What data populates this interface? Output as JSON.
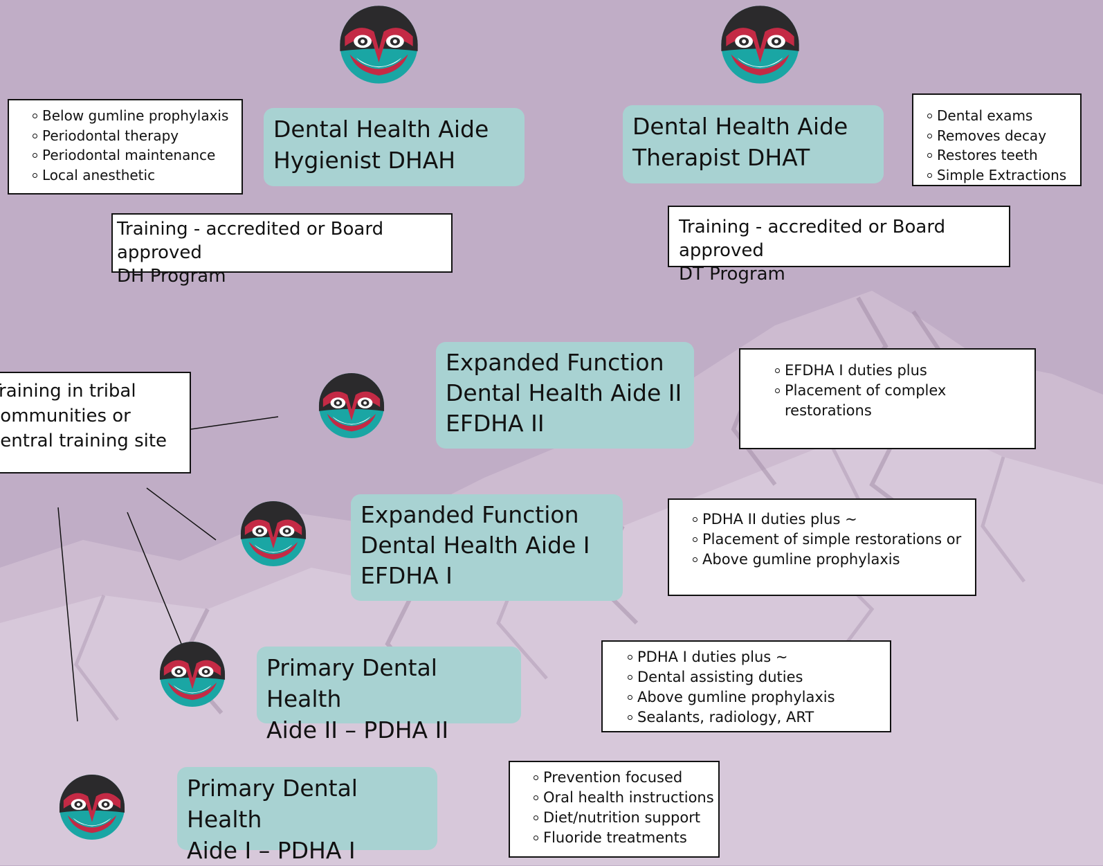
{
  "roles": {
    "dhah": "Dental Health Aide\nHygienist  DHAH",
    "dhat": "Dental Health Aide\nTherapist DHAT",
    "efdha2": "Expanded Function\nDental Health Aide II\nEFDHA II",
    "efdha1": "Expanded Function\nDental Health Aide I\nEFDHA I",
    "pdha2": "Primary Dental Health\nAide II – PDHA II",
    "pdha1": "Primary Dental Health\nAide I – PDHA I"
  },
  "duties": {
    "dhah": [
      "Below gumline prophylaxis",
      "Periodontal therapy",
      "Periodontal maintenance",
      "Local anesthetic"
    ],
    "dhat": [
      "Dental exams",
      "Removes decay",
      "Restores teeth",
      "Simple Extractions"
    ],
    "efdha2": [
      "EFDHA I duties plus",
      "Placement  of complex",
      "restorations"
    ],
    "efdha1": [
      "PDHA II duties plus ~",
      "Placement of simple restorations or",
      "Above gumline prophylaxis"
    ],
    "pdha2": [
      "PDHA I duties plus ~",
      "Dental assisting duties",
      "Above gumline prophylaxis",
      "Sealants, radiology, ART"
    ],
    "pdha1": [
      "Prevention focused",
      "Oral health instructions",
      "Diet/nutrition support",
      "Fluoride treatments"
    ]
  },
  "training": {
    "dhah": "Training - accredited or  Board approved\nDH Program",
    "dhat": "Training - accredited or Board approved\nDT Program",
    "community": "Training in tribal\ncommunities or\ncentral training site"
  },
  "colors": {
    "background": "#c0adc6",
    "role_box": "#a8d2d2",
    "mask_dark": "#2b2a2c",
    "mask_red": "#c42a45",
    "mask_teal": "#1aa6a4"
  },
  "icons": [
    "tribal-mask-icon"
  ]
}
